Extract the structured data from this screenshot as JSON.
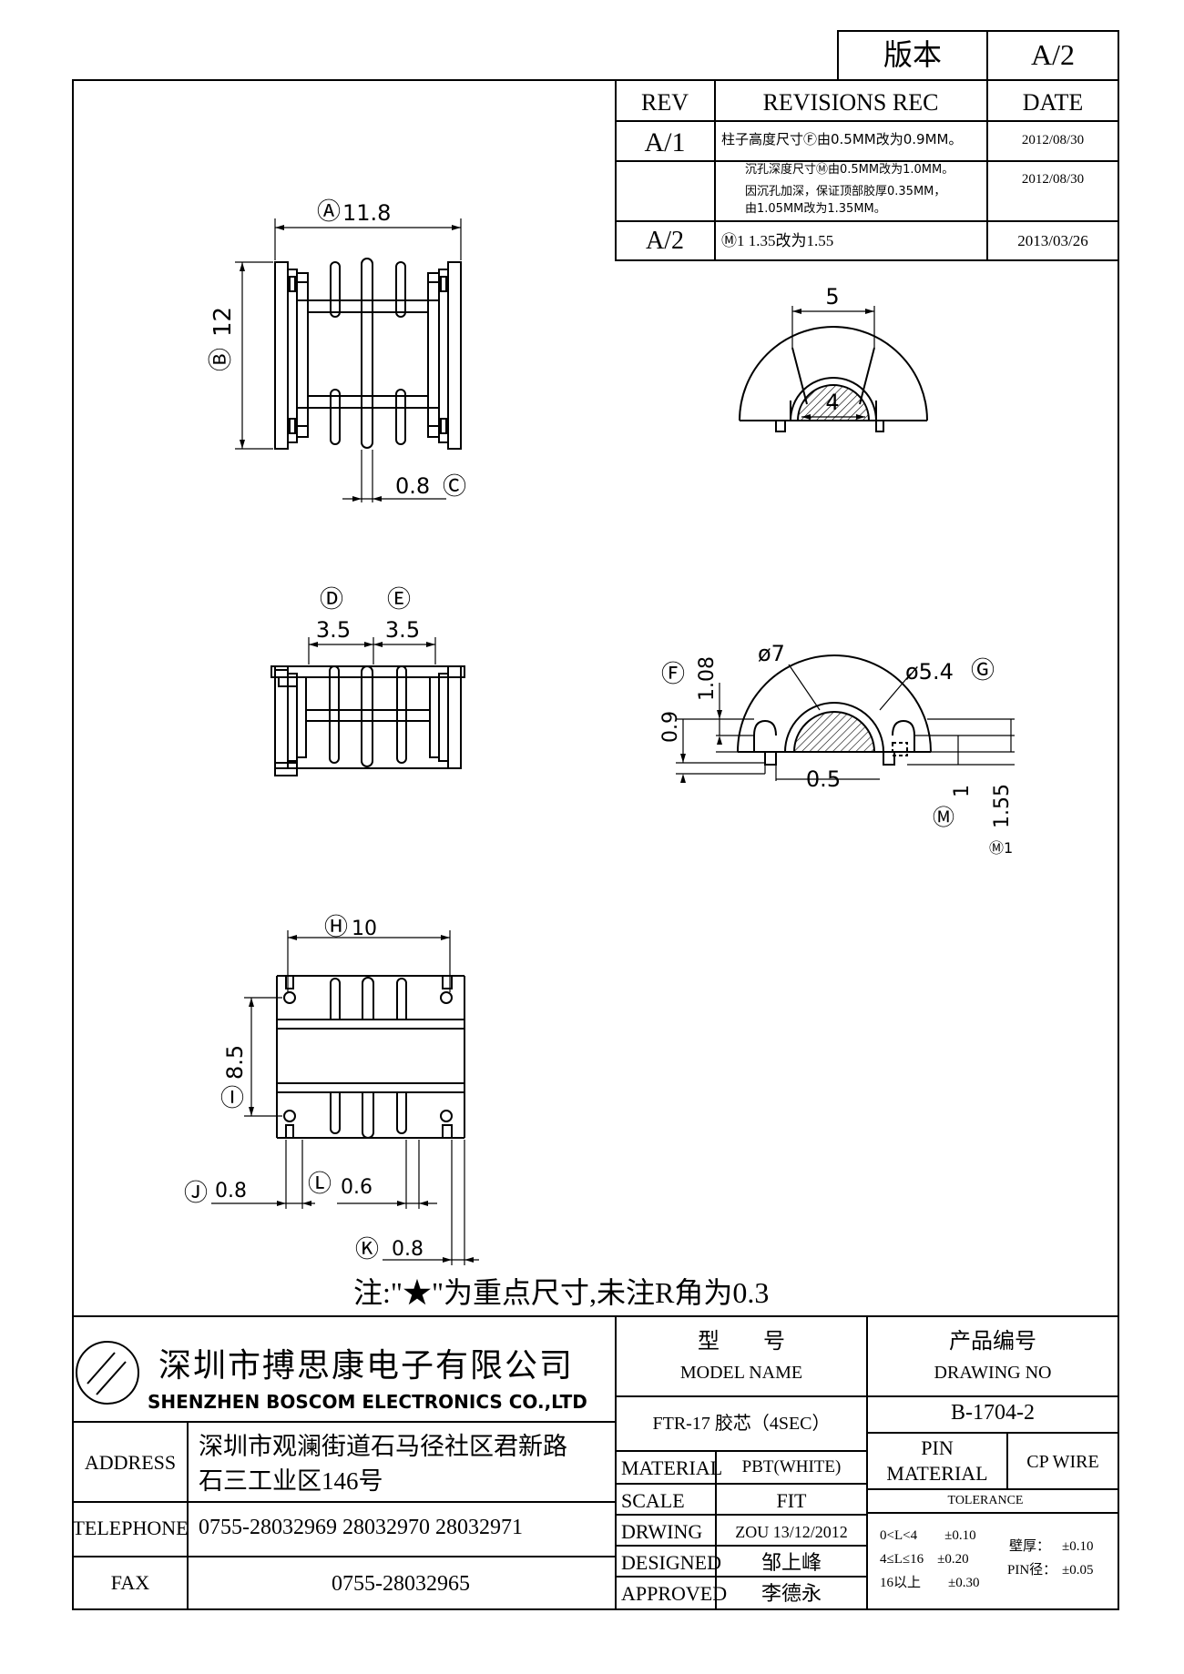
{
  "version_box": {
    "label": "版本",
    "value": "A/2"
  },
  "revisions": {
    "headers": {
      "rev": "REV",
      "rec": "REVISIONS REC",
      "date": "DATE"
    },
    "rows": [
      {
        "rev": "A/1",
        "text": "柱子高度尺寸Ⓕ由0.5MM改为0.9MM。",
        "date": "2012/08/30"
      },
      {
        "rev": "",
        "text1": "沉孔深度尺寸Ⓜ由0.5MM改为1.0MM。",
        "text2": "因沉孔加深，保证顶部胶厚0.35MM，",
        "text3": "由1.05MM改为1.35MM。",
        "date": "2012/08/30"
      },
      {
        "rev": "A/2",
        "text": "Ⓜ1 1.35改为1.55",
        "date": "2013/03/26"
      }
    ]
  },
  "dimensions": {
    "A": {
      "tag": "Ⓐ",
      "value": "11.8"
    },
    "B": {
      "tag": "Ⓑ",
      "value": "12"
    },
    "C": {
      "tag": "Ⓒ",
      "value": "0.8"
    },
    "D": {
      "tag": "Ⓓ",
      "value": "3.5"
    },
    "E": {
      "tag": "Ⓔ",
      "value": "3.5"
    },
    "top_5": "5",
    "top_4": "4",
    "F": {
      "tag": "Ⓕ",
      "value": "1.08"
    },
    "dim_09": "0.9",
    "phi7": "ø7",
    "phi54": "ø5.4",
    "G": {
      "tag": "Ⓖ"
    },
    "dim_05": "0.5",
    "M": {
      "tag": "Ⓜ",
      "value": "1"
    },
    "M1": {
      "tag": "Ⓜ1",
      "value": "1.55"
    },
    "H": {
      "tag": "Ⓗ",
      "value": "10"
    },
    "I": {
      "tag": "Ⓘ",
      "value": "8.5"
    },
    "J": {
      "tag": "Ⓙ",
      "value": "0.8"
    },
    "L": {
      "tag": "Ⓛ",
      "value": "0.6"
    },
    "K": {
      "tag": "Ⓚ",
      "value": "0.8"
    }
  },
  "note": "注:\"★\"为重点尺寸,未注R角为0.3",
  "title_block": {
    "company_cn": "深圳市搏思康电子有限公司",
    "company_en": "SHENZHEN BOSCOM ELECTRONICS CO.,LTD",
    "model_label_cn": "型　　号",
    "model_label_en": "MODEL NAME",
    "drawing_label_cn": "产品编号",
    "drawing_label_en": "DRAWING NO",
    "model_name": "FTR-17 胶芯（4SEC）",
    "drawing_no": "B-1704-2",
    "address_label": "ADDRESS",
    "address_line1": "深圳市观澜街道石马径社区君新路",
    "address_line2": "石三工业区146号",
    "telephone_label": "TELEPHONE",
    "telephone": "0755-28032969 28032970 28032971",
    "fax_label": "FAX",
    "fax": "0755-28032965",
    "material_label": "MATERIAL",
    "material": "PBT(WHITE)",
    "scale_label": "SCALE",
    "scale": "FIT",
    "drwing_label": "DRWING",
    "drwing": "ZOU 13/12/2012",
    "designed_label": "DESIGNED",
    "designed": "邹上峰",
    "approved_label": "APPROVED",
    "approved": "李德永",
    "pin_label_1": "PIN",
    "pin_label_2": "MATERIAL",
    "pin_material": "CP WIRE",
    "tolerance_label": "TOLERANCE",
    "tol_1": "0<L<4　　±0.10",
    "tol_2": "4≤L≤16　±0.20",
    "tol_3": "16以上　　±0.30",
    "wall_label": "壁厚：",
    "wall_value": "±0.10",
    "pin_dia_label": "PIN径：",
    "pin_dia_value": "±0.05"
  }
}
